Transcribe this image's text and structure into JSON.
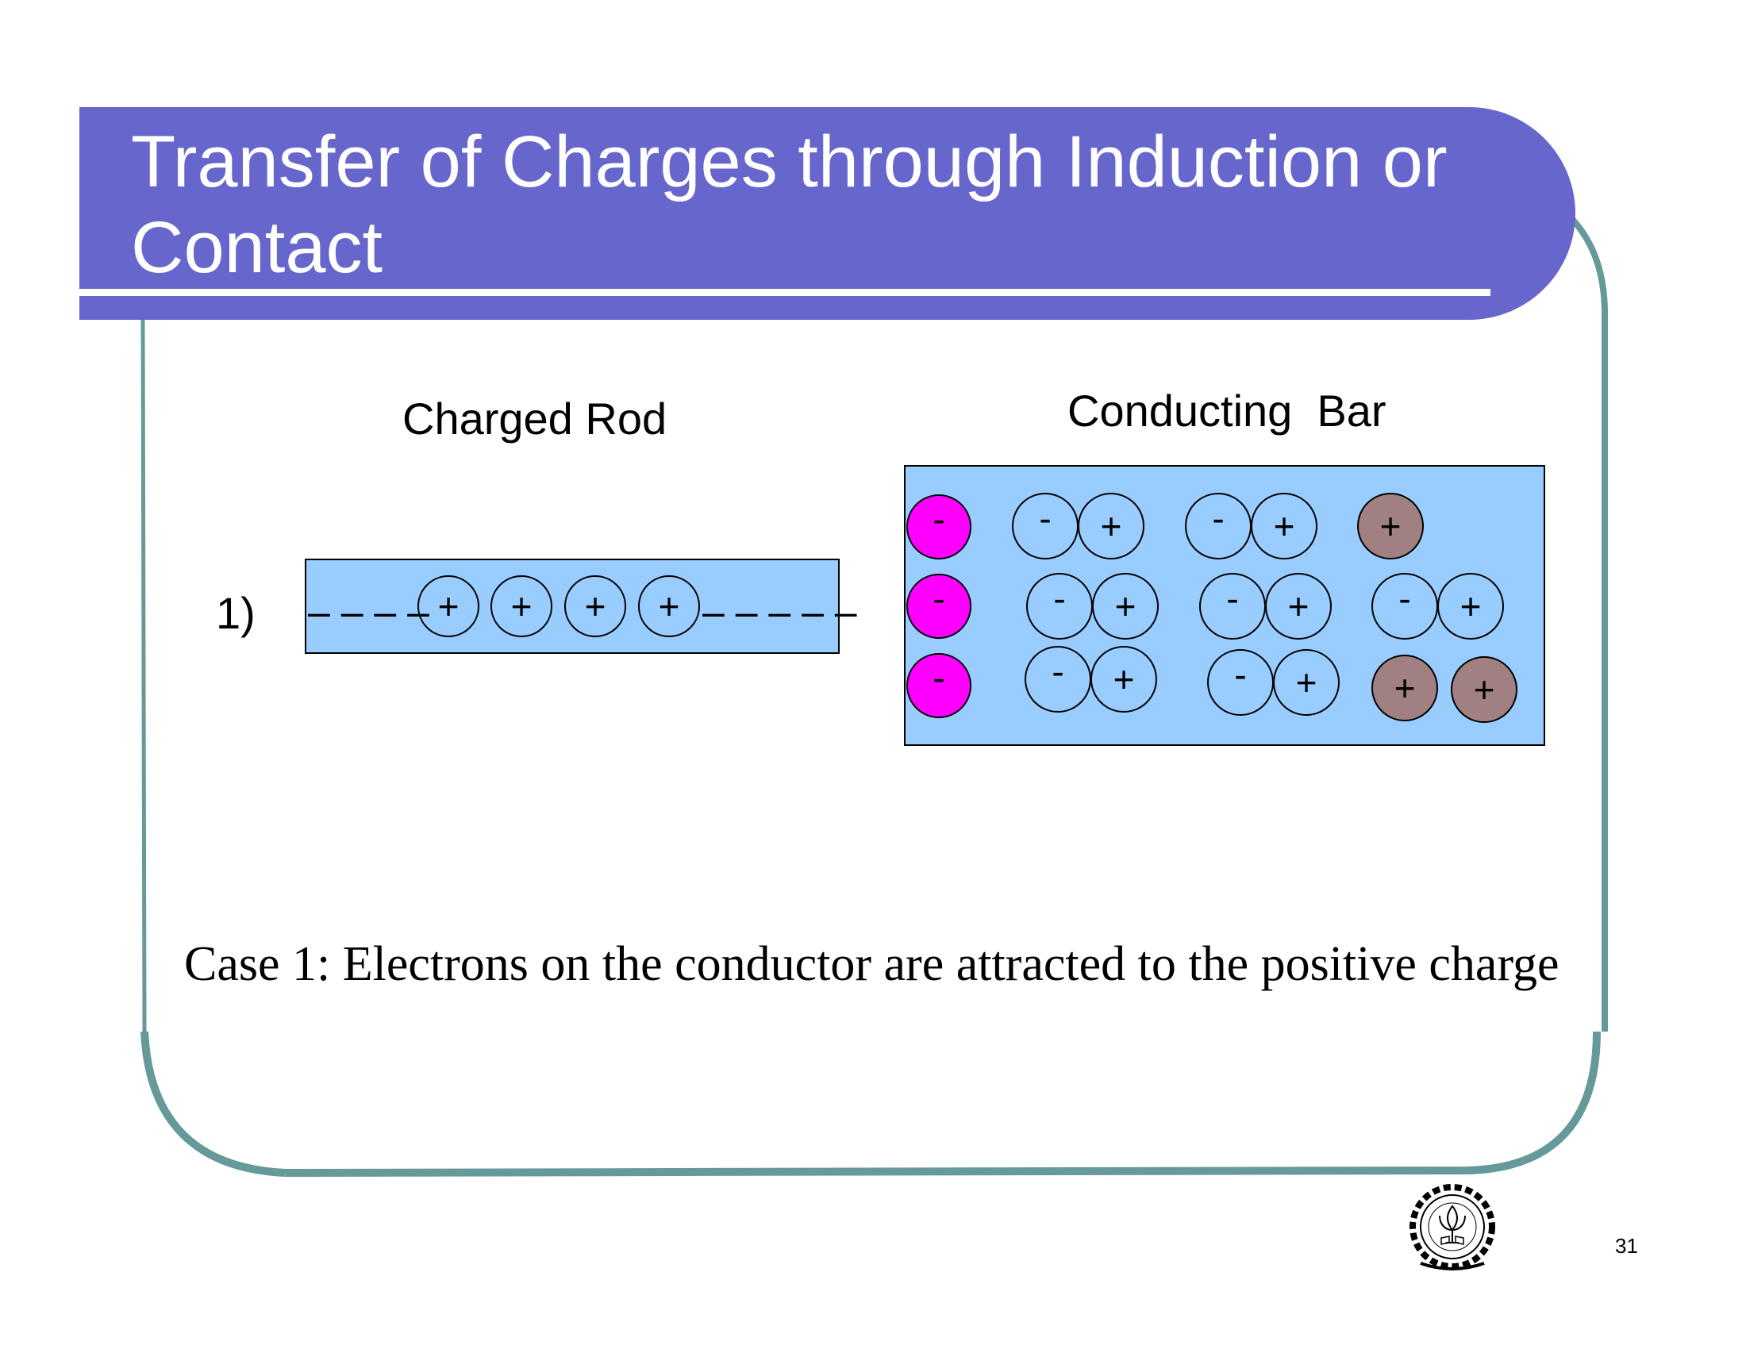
{
  "slide": {
    "title": "Transfer of Charges through Induction or Contact",
    "page_number": "31"
  },
  "diagram": {
    "case_marker": "1)",
    "rod": {
      "label": "Charged Rod",
      "left_dashes": "– – – –",
      "right_dashes": "– – – – –",
      "charges": [
        "+",
        "+",
        "+",
        "+"
      ]
    },
    "bar": {
      "label": "Conducting  Bar",
      "free_electron_symbol": "-",
      "pair_negative_symbol": "-",
      "pair_positive_symbol": "+",
      "exposed_positive_symbol": "+"
    },
    "caption": "Case 1: Electrons on the conductor are attracted to the positive charge"
  },
  "colors": {
    "title_banner": "#6666cc",
    "frame_line": "#669999",
    "rod_fill": "#99ccff",
    "bar_fill": "#99ccff",
    "electron_fill": "#ff00ff",
    "exposed_positive_fill": "#a08080"
  },
  "logo": {
    "name": "institute-logo-icon"
  }
}
